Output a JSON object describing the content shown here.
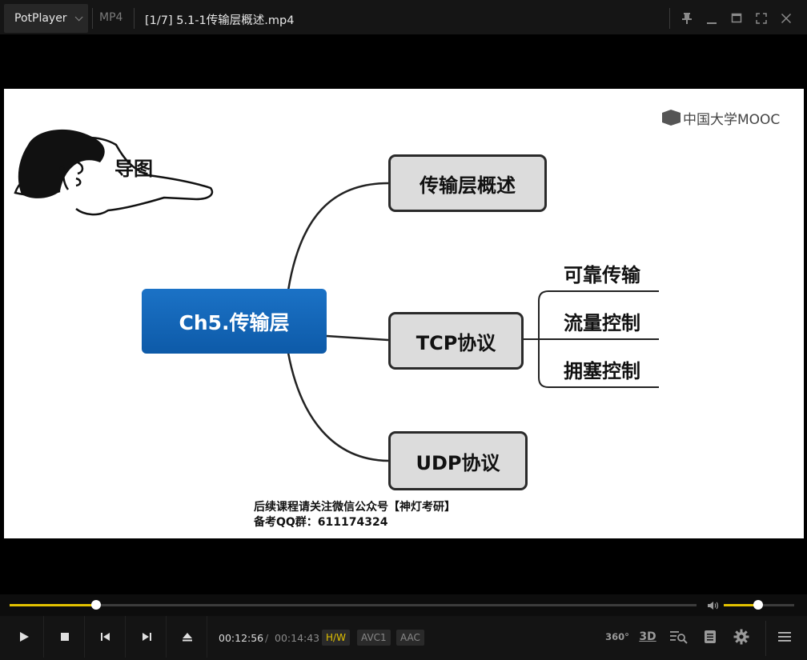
{
  "titlebar": {
    "app_name": "PotPlayer",
    "format": "MP4",
    "file_title": "[1/7] 5.1-1传输层概述.mp4"
  },
  "video": {
    "watermark": "中国大学MOOC",
    "caption_title": "导图",
    "mindmap": {
      "root": "Ch5.传输层",
      "children": [
        "传输层概述",
        "TCP协议",
        "UDP协议"
      ],
      "tcp_leaves": [
        "可靠传输",
        "流量控制",
        "拥塞控制"
      ]
    },
    "promo_line1": "后续课程请关注微信公众号【神灯考研】",
    "promo_line2": "备考QQ群：611174324"
  },
  "playback": {
    "position_fraction": 0.126,
    "volume_fraction": 0.49,
    "current_time": "00:12:56",
    "separator": "/",
    "total_time": "00:14:43",
    "hw_badge": "H/W",
    "video_codec": "AVC1",
    "audio_codec": "AAC",
    "label_360": "360°",
    "label_3d": "3D"
  },
  "colors": {
    "accent": "#e3c200",
    "root_node": "#1565c0",
    "child_node_fill": "#dcdcdc"
  }
}
